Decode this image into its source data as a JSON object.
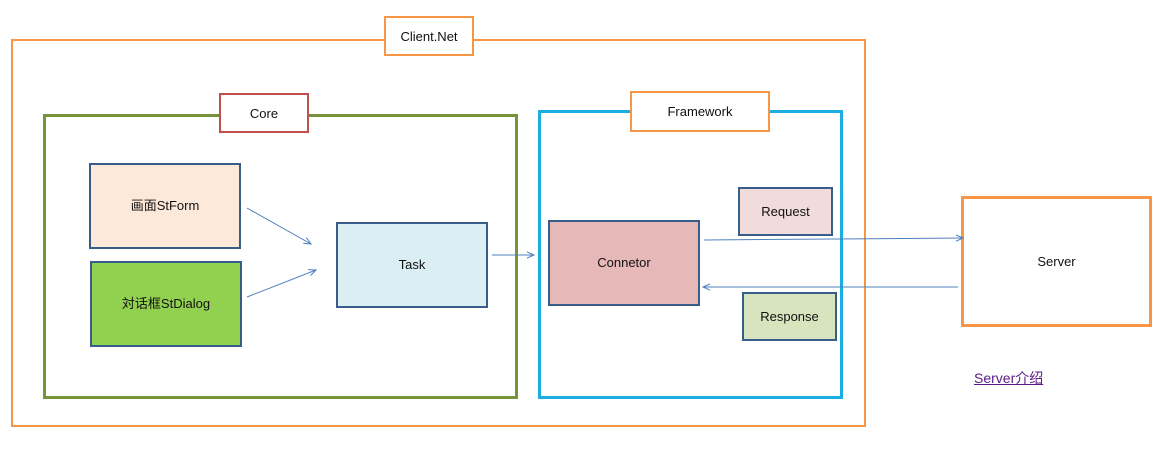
{
  "groups": {
    "client": {
      "label": "Client.Net",
      "color": "#f79646"
    },
    "core": {
      "label": "Core",
      "color": "#77933c",
      "tag_color": "#c0504d"
    },
    "framework": {
      "label": "Framework",
      "color": "#1aafe0",
      "tag_color": "#f79646"
    }
  },
  "nodes": {
    "stform": {
      "label": "画面StForm",
      "fill": "#fde9d9",
      "border": "#385d8a"
    },
    "stdialog": {
      "label": "対话框StDialog",
      "fill": "#92d050",
      "border": "#385d8a"
    },
    "task": {
      "label": "Task",
      "fill": "#daeef3",
      "border": "#385d8a"
    },
    "connector": {
      "label": "Connetor",
      "fill": "#e6b9b8",
      "border": "#385d8a"
    },
    "request": {
      "label": "Request",
      "fill": "#f2dcdb",
      "border": "#385d8a"
    },
    "response": {
      "label": "Response",
      "fill": "#d7e4bd",
      "border": "#385d8a"
    },
    "server": {
      "label": "Server",
      "fill": "#ffffff",
      "border": "#f79646"
    }
  },
  "link": {
    "label": "Server介绍",
    "color": "#5b1a8a"
  },
  "arrow_color": "#4f81bd"
}
